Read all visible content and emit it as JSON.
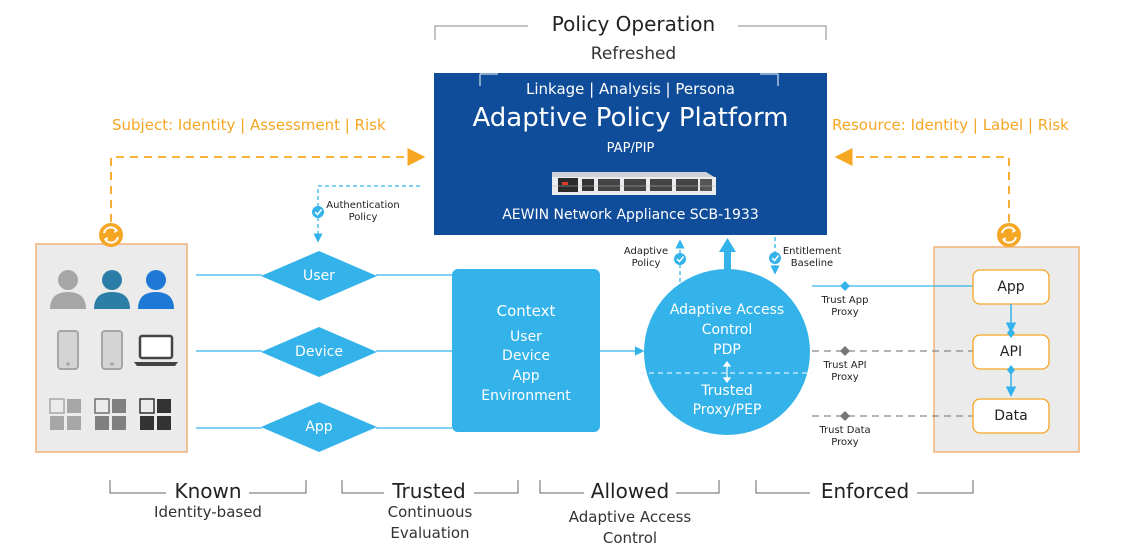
{
  "top": {
    "heading": "Policy Operation",
    "subheading": "Refreshed"
  },
  "platform": {
    "bar": "Linkage | Analysis | Persona",
    "title": "Adaptive Policy Platform",
    "role": "PAP/PIP",
    "device": "AEWIN Network Appliance SCB-1933"
  },
  "flows": {
    "subject": "Subject: Identity | Assessment | Risk",
    "resource": "Resource: Identity | Label | Risk",
    "auth_policy": [
      "Authentication",
      "Policy"
    ],
    "adaptive_policy": [
      "Adaptive",
      "Policy"
    ],
    "entitlement": [
      "Entitlement",
      "Baseline"
    ]
  },
  "diamonds": [
    "User",
    "Device",
    "App"
  ],
  "context": {
    "title": "Context",
    "items": [
      "User",
      "Device",
      "App",
      "Environment"
    ]
  },
  "pdp": {
    "lines": [
      "Adaptive Access",
      "Control",
      "PDP"
    ],
    "pep": [
      "Trusted",
      "Proxy/PEP"
    ]
  },
  "resources": [
    "App",
    "API",
    "Data"
  ],
  "proxies": [
    [
      "Trust App",
      "Proxy"
    ],
    [
      "Trust API",
      "Proxy"
    ],
    [
      "Trust Data",
      "Proxy"
    ]
  ],
  "stages": [
    {
      "name": "Known",
      "desc": [
        "Identity-based"
      ]
    },
    {
      "name": "Trusted",
      "desc": [
        "Continuous",
        "Evaluation"
      ]
    },
    {
      "name": "Allowed",
      "desc": [
        "Adaptive Access",
        "Control"
      ]
    },
    {
      "name": "Enforced",
      "desc": []
    }
  ],
  "colors": {
    "platform_blue": "#0f4c99",
    "accent_blue": "#33b3ea",
    "orange": "#f5a623",
    "panel_gray": "#ebebeb",
    "panel_border": "#f0b27a"
  }
}
